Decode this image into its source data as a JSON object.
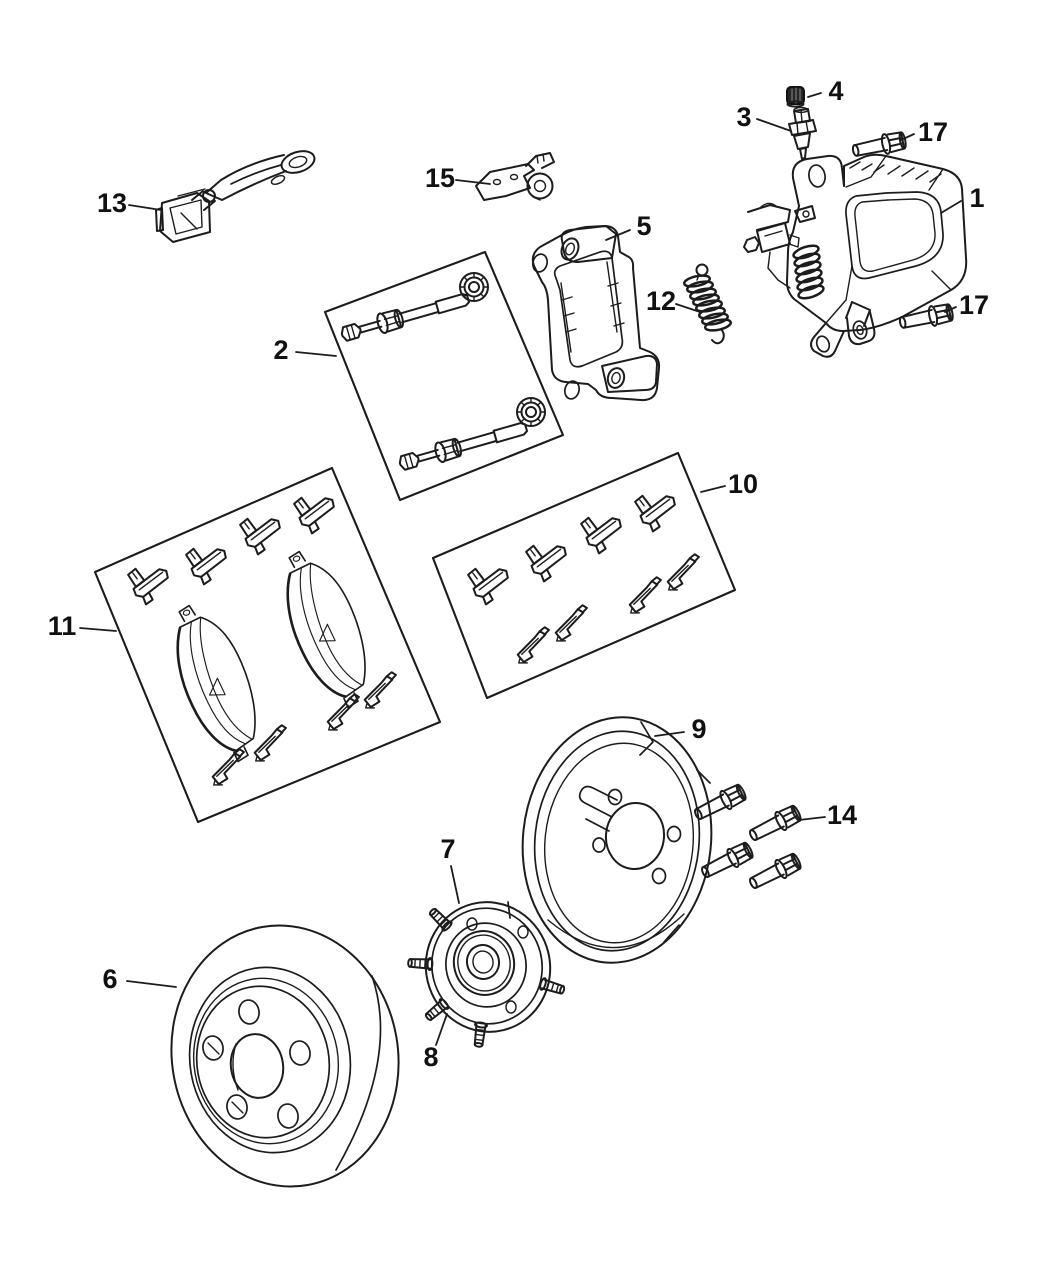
{
  "diagram": {
    "background_color": "#ffffff",
    "line_color": "#1c1c1c",
    "label_color": "#111111",
    "callouts": [
      {
        "number": "1",
        "part": "brake-caliper"
      },
      {
        "number": "2",
        "part": "guide-pin-and-boot-kit"
      },
      {
        "number": "3",
        "part": "bleeder-screw"
      },
      {
        "number": "4",
        "part": "bleeder-screw-cap"
      },
      {
        "number": "5",
        "part": "caliper-adapter-bracket"
      },
      {
        "number": "6",
        "part": "brake-rotor"
      },
      {
        "number": "7",
        "part": "hub-and-bearing"
      },
      {
        "number": "8",
        "part": "wheel-stud"
      },
      {
        "number": "9",
        "part": "splash-shield"
      },
      {
        "number": "10",
        "part": "pad-clip-kit"
      },
      {
        "number": "11",
        "part": "brake-pad-kit"
      },
      {
        "number": "12",
        "part": "park-brake-spring"
      },
      {
        "number": "13",
        "part": "park-brake-lever"
      },
      {
        "number": "14",
        "part": "shield-mounting-bolts"
      },
      {
        "number": "15",
        "part": "hose-bracket"
      },
      {
        "number": "17",
        "part": "caliper-guide-bolt-upper"
      },
      {
        "number": "17",
        "part": "caliper-guide-bolt-lower"
      }
    ]
  }
}
